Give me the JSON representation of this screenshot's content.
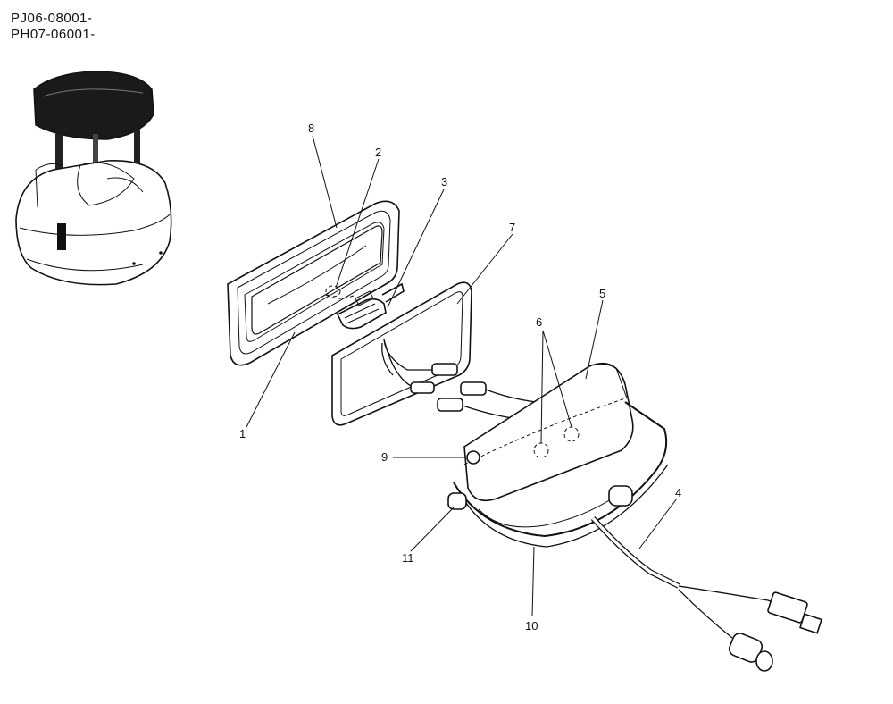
{
  "serial_ranges": [
    "PJ06-08001-",
    "PH07-06001-"
  ],
  "callouts": [
    {
      "id": "1",
      "label": "1"
    },
    {
      "id": "2",
      "label": "2"
    },
    {
      "id": "3",
      "label": "3"
    },
    {
      "id": "4",
      "label": "4"
    },
    {
      "id": "5",
      "label": "5"
    },
    {
      "id": "6",
      "label": "6"
    },
    {
      "id": "7",
      "label": "7"
    },
    {
      "id": "8",
      "label": "8"
    },
    {
      "id": "9",
      "label": "9"
    },
    {
      "id": "10",
      "label": "10"
    },
    {
      "id": "11",
      "label": "11"
    }
  ]
}
